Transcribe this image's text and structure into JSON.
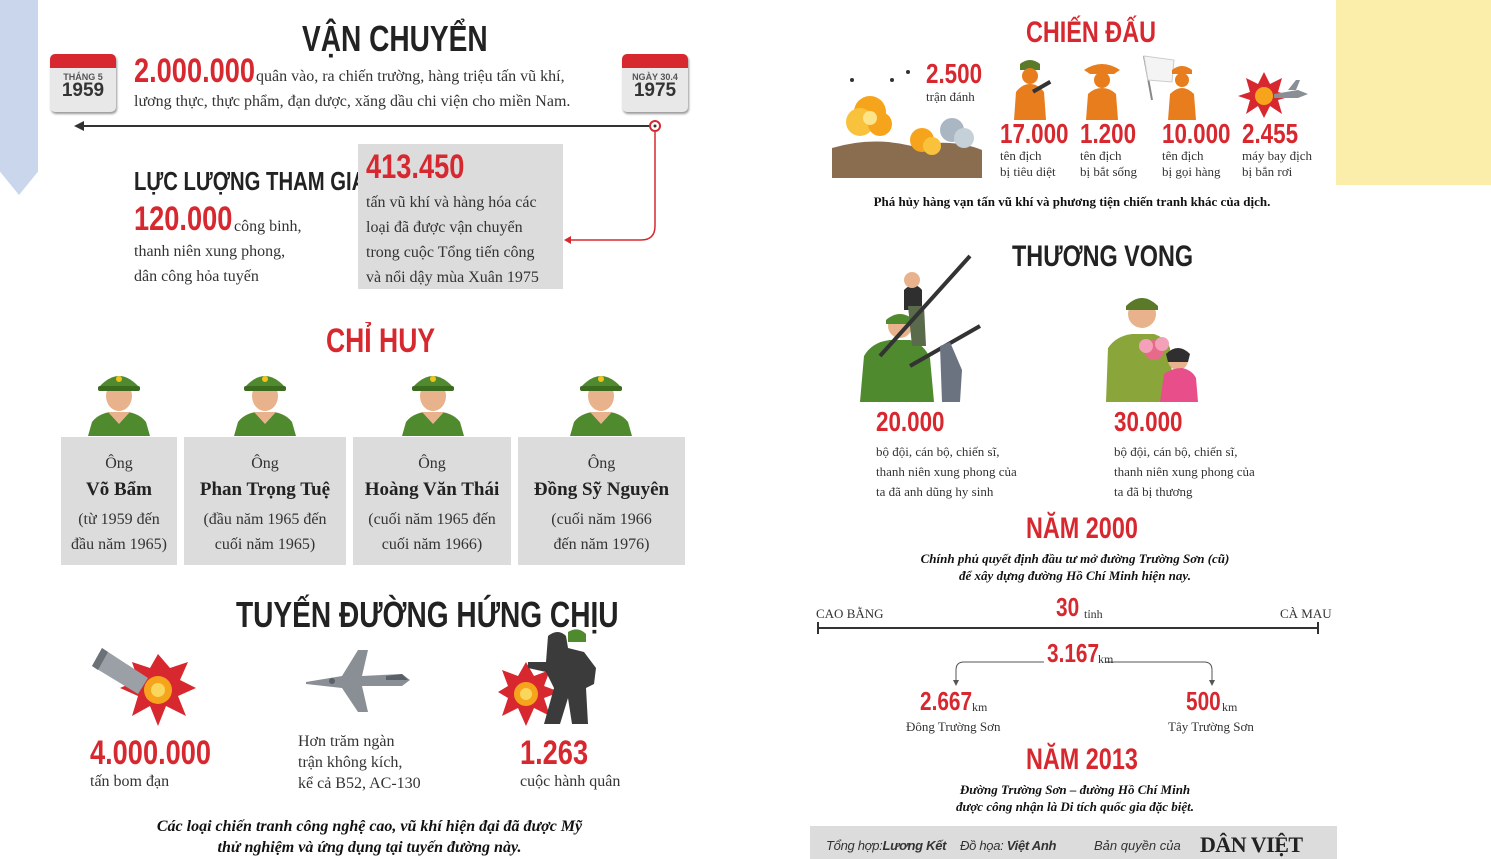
{
  "transport": {
    "title": "VẬN CHUYỂN",
    "cal_start_month": "THÁNG 5",
    "cal_start_year": "1959",
    "cal_end_month": "NGÀY 30.4",
    "cal_end_year": "1975",
    "big_number": "2.000.000",
    "line1": "quân vào, ra chiến trường, hàng triệu tấn vũ khí,",
    "line2": "lương thực, thực phẩm, đạn dược, xăng dầu chi viện cho miền Nam.",
    "force_title": "LỰC LƯỢNG THAM GIA",
    "force_number": "120.000",
    "force_line1": "công binh,",
    "force_line2": "thanh niên  xung phong,",
    "force_line3": "dân công hỏa tuyến",
    "cargo_number": "413.450",
    "cargo_lines": [
      "tấn vũ khí và hàng hóa các",
      "loại đã được vận chuyển",
      "trong cuộc Tổng tiến công",
      "và nổi dậy mùa Xuân 1975"
    ]
  },
  "command": {
    "title": "CHỈ HUY",
    "commanders": [
      {
        "prefix": "Ông",
        "name": "Võ Bẩm",
        "period1": "(từ 1959 đến",
        "period2": "đầu năm 1965)"
      },
      {
        "prefix": "Ông",
        "name": "Phan Trọng Tuệ",
        "period1": "(đầu năm 1965 đến",
        "period2": "cuối năm 1965)"
      },
      {
        "prefix": "Ông",
        "name": "Hoàng Văn Thái",
        "period1": "(cuối năm 1965 đến",
        "period2": "cuối năm 1966)"
      },
      {
        "prefix": "Ông",
        "name": "Đồng Sỹ Nguyên",
        "period1": "(cuối năm 1966",
        "period2": "đến năm 1976)"
      }
    ]
  },
  "endure": {
    "title": "TUYẾN ĐƯỜNG HỨNG CHỊU",
    "bombs_number": "4.000.000",
    "bombs_label": "tấn bom đạn",
    "raids_lines": [
      "Hơn trăm ngàn",
      "trận không kích,",
      "kể cả B52, AC-130"
    ],
    "ops_number": "1.263",
    "ops_label": "cuộc hành quân",
    "note1": "Các loại chiến tranh công nghệ cao, vũ khí hiện đại đã được Mỹ",
    "note2": "thử nghiệm và ứng dụng tại tuyến đường này."
  },
  "combat": {
    "title": "CHIẾN ĐẤU",
    "battles_number": "2.500",
    "battles_label": "trận đánh",
    "stats": [
      {
        "number": "17.000",
        "l1": "tên địch",
        "l2": "bị tiêu diệt"
      },
      {
        "number": "1.200",
        "l1": "tên địch",
        "l2": "bị bắt sống"
      },
      {
        "number": "10.000",
        "l1": "tên địch",
        "l2": "bị gọi hàng"
      },
      {
        "number": "2.455",
        "l1": "máy bay địch",
        "l2": "bị bắn rơi"
      }
    ],
    "note": "Phá hủy hàng vạn tấn vũ khí và phương tiện chiến tranh khác của dịch."
  },
  "casualties": {
    "title": "THƯƠNG VONG",
    "killed_number": "20.000",
    "killed_lines": [
      "bộ đội, cán bộ, chiến sĩ,",
      "thanh niên xung phong của",
      "ta đã anh dũng hy sinh"
    ],
    "wounded_number": "30.000",
    "wounded_lines": [
      "bộ đội, cán bộ, chiến sĩ,",
      "thanh niên xung phong của",
      "ta đã bị thương"
    ]
  },
  "year2000": {
    "title": "NĂM 2000",
    "line1": "Chính phủ quyết định đầu tư mở đường Trường Sơn (cũ)",
    "line2": "để xây dựng đường Hồ Chí Minh hiện nay.",
    "left_end": "CAO BẰNG",
    "right_end": "CÀ MAU",
    "provinces_number": "30",
    "provinces_unit": "tỉnh",
    "total_km": "3.167",
    "km": "km",
    "east_km": "2.667",
    "east_label": "Đông Trường Sơn",
    "west_km": "500",
    "west_label": "Tây Trường Sơn"
  },
  "year2013": {
    "title": "NĂM 2013",
    "line1": "Đường Trường Sơn – đường Hồ Chí Minh",
    "line2": "được công nhận là Di tích quốc gia đặc biệt."
  },
  "footer": {
    "compiled_label": "Tổng hợp:",
    "compiled_by": "Lương Kết",
    "graphic_label": "Đồ họa:",
    "graphic_by": "Việt Anh",
    "copyright_label": "Bản quyền của",
    "brand": "DÂN VIỆT"
  },
  "colors": {
    "accent": "#d7282f",
    "grey_box": "#dcdcdc",
    "soldier_green": "#4f8a2e",
    "ribbon_blue": "#c9d6ec",
    "ribbon_yellow": "#fbeeaa"
  }
}
